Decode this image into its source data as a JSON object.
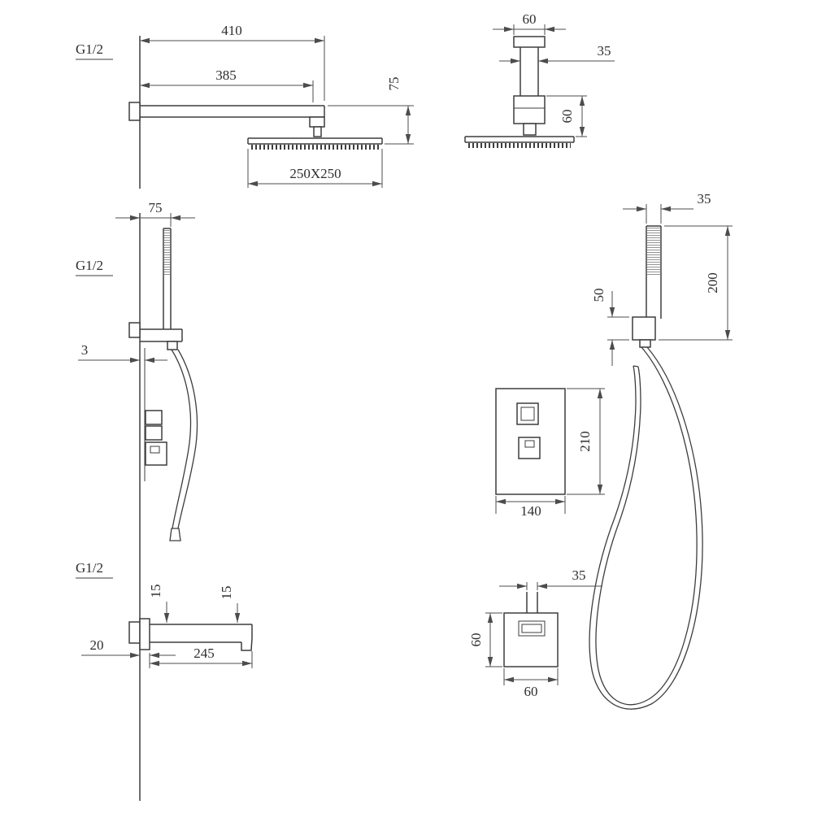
{
  "views": {
    "rain_shower_side": {
      "g_thread": "G1/2",
      "arm_length_total": "410",
      "arm_length": "385",
      "head_drop": "75",
      "head_size": "250X250"
    },
    "rain_shower_front": {
      "flange_width": "60",
      "pipe_width": "35",
      "connector_height": "60"
    },
    "hand_shower_side": {
      "bracket_offset": "75",
      "g_thread": "G1/2",
      "trim_gap": "3"
    },
    "hand_shower_front": {
      "wand_width": "35",
      "holder_height": "50",
      "overall_height": "200"
    },
    "mixer_front": {
      "plate_height": "210",
      "plate_width": "140"
    },
    "spout_side": {
      "g_thread": "G1/2",
      "offset_top": "15",
      "offset_tip": "15",
      "wall_depth": "20",
      "spout_length": "245"
    },
    "spout_front": {
      "pipe_width": "35",
      "body_height": "60",
      "body_width": "60"
    }
  },
  "colors": {
    "line": "#3d3d3d",
    "dimension": "#4c4c4c",
    "text": "#2e2e2e",
    "background": "#ffffff"
  }
}
